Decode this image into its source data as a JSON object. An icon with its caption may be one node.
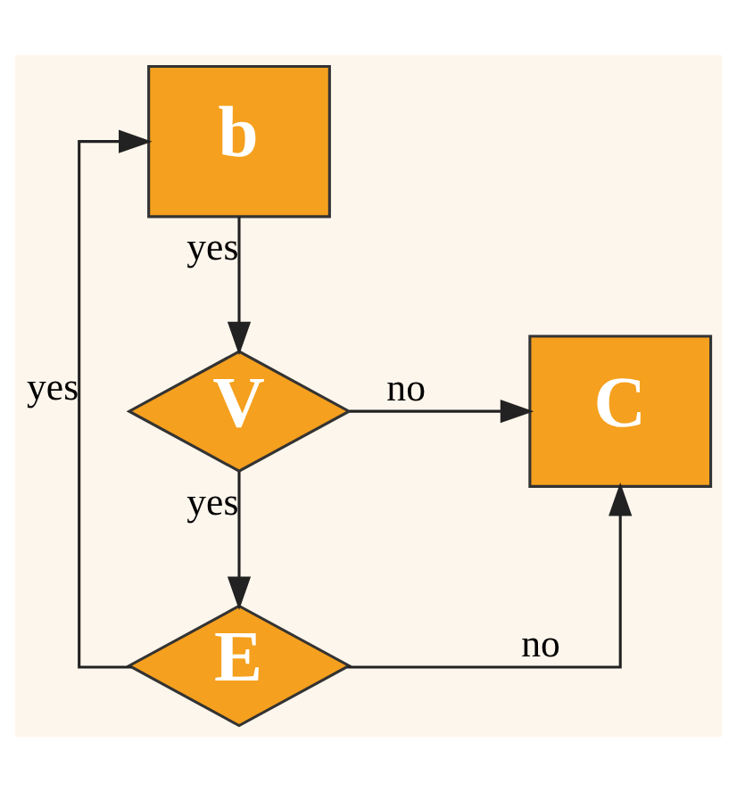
{
  "diagram": {
    "nodes": [
      {
        "text": [
          "b"
        ]
      },
      {
        "text": [
          "V"
        ]
      },
      {
        "text": [
          "C"
        ]
      },
      {
        "text": [
          "E"
        ]
      }
    ],
    "edges": [
      {
        "from": 0,
        "to": 1,
        "arrow": "to",
        "label": "yes"
      },
      {
        "from": 1,
        "to": 2,
        "arrow": "to",
        "label": "no"
      },
      {
        "from": 1,
        "to": 3,
        "arrow": "to",
        "label": "yes"
      },
      {
        "from": 3,
        "to": 2,
        "arrow": "to",
        "label": "no"
      },
      {
        "from": 3,
        "to": 0,
        "arrow": "to",
        "label": "yes"
      }
    ]
  }
}
